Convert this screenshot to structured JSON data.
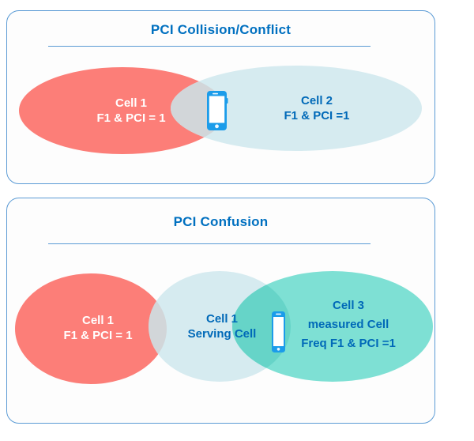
{
  "colors": {
    "accent_blue": "#0070C0",
    "label_blue": "#0069B8",
    "border_blue": "#5B9BD5",
    "red": "#FC7E78",
    "light_blue": "#D6EBF0",
    "teal": "#7EE0D4",
    "teal_overlap": "#66D4C8",
    "gray_overlap": "#D2D6D9",
    "phone_blue": "#1B9CEA"
  },
  "panels": [
    {
      "title": "PCI Collision/Conflict",
      "cells": [
        {
          "line1": "Cell 1",
          "line2": "F1 & PCI = 1"
        },
        {
          "line1": "Cell 2",
          "line2": "F1 & PCI =1"
        }
      ],
      "icons": [
        "phone-icon"
      ]
    },
    {
      "title": "PCI Confusion",
      "cells": [
        {
          "line1": "Cell 1",
          "line2": "F1 & PCI = 1"
        },
        {
          "line1": "Cell 1",
          "line2": "Serving Cell"
        },
        {
          "line1": "Cell 3",
          "line2": "measured Cell",
          "line3": "Freq F1 & PCI =1"
        }
      ],
      "icons": [
        "phone-icon"
      ]
    }
  ]
}
